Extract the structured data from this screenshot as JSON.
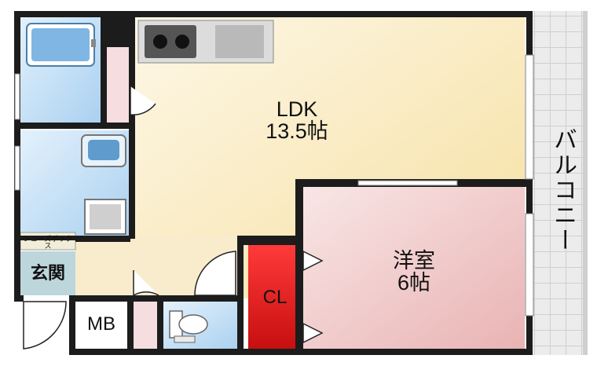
{
  "rooms": {
    "ldk": {
      "name": "LDK",
      "size": "13.5帖",
      "color_top": "#fbf3dc",
      "color_bottom": "#f3dc8c"
    },
    "western": {
      "name": "洋室",
      "size": "6帖",
      "color_a": "#f7e2e2",
      "color_b": "#e5a9a9"
    },
    "closet": {
      "name": "CL",
      "color": "#e61c1c"
    },
    "entrance": {
      "name": "玄関",
      "color": "#b7d3d9"
    },
    "shoebox": {
      "name": "シューズボックス",
      "color": "#f2edd8"
    },
    "meter_box": {
      "name": "MB",
      "color": "#ffffff"
    },
    "bath": {
      "color": "#b8d9f3"
    },
    "washroom": {
      "color": "#b8d9f3"
    },
    "toilet": {
      "color": "#b8d9f3"
    },
    "balcony": {
      "name": "バルコニー",
      "color": "#ebebeb"
    }
  },
  "colors": {
    "wall": "#1c1c1c",
    "accent_wall": "#e6c7cc"
  }
}
